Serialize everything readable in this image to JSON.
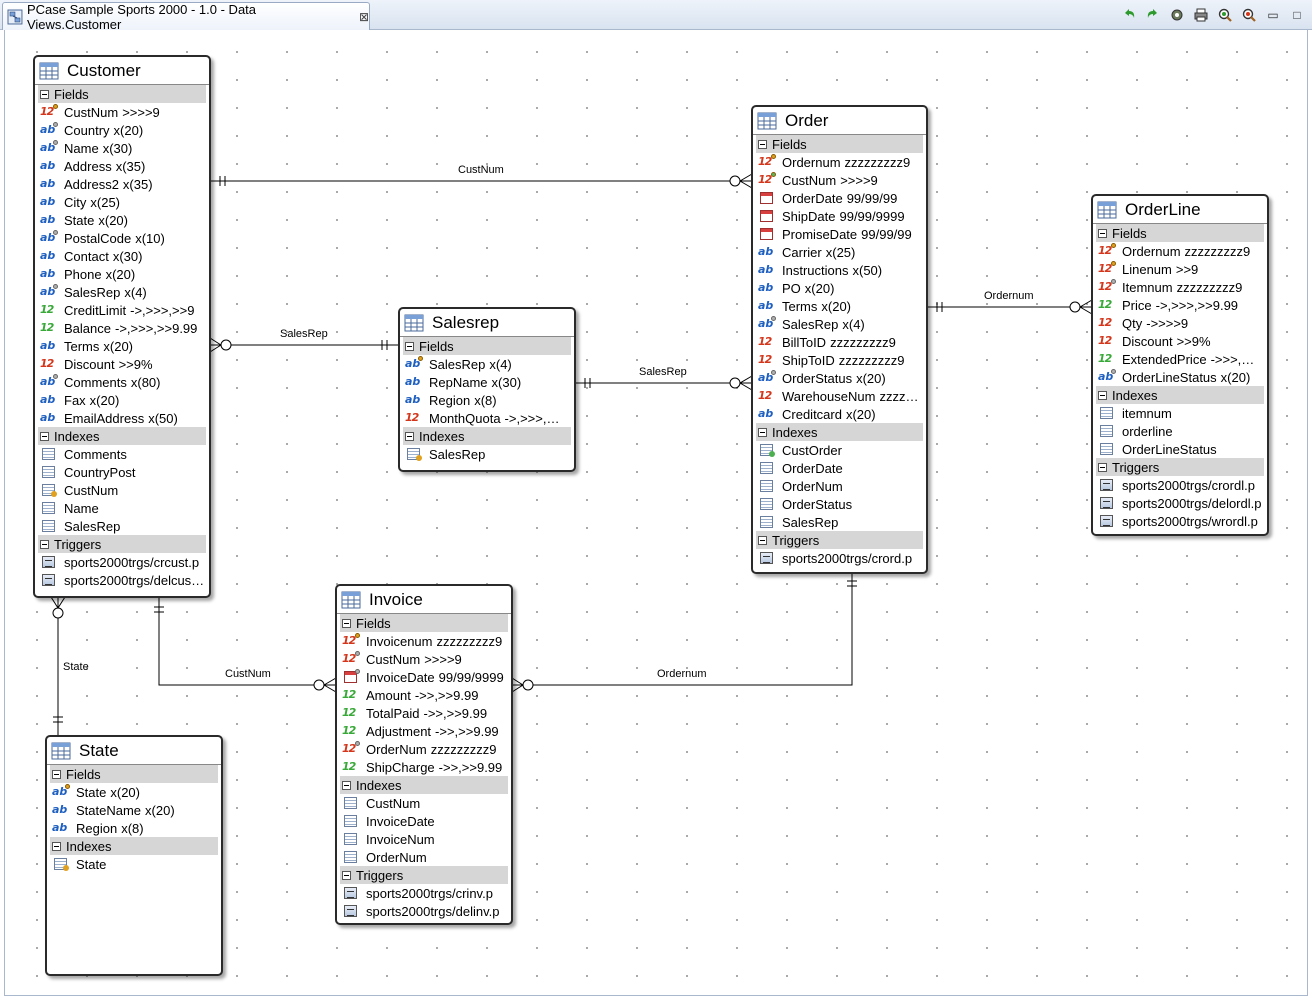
{
  "editor_tab": {
    "title": "PCase Sample Sports 2000 - 1.0 - Data Views.Customer",
    "close_glyph": "⊠"
  },
  "toolbar": {
    "buttons": [
      "undo-icon",
      "redo-icon",
      "settings-icon",
      "print-icon",
      "zoom-in-icon",
      "zoom-out-icon"
    ],
    "window_controls": {
      "minimize": "▭",
      "maximize": "□"
    }
  },
  "colors": {
    "char_type": "#1e5fc0",
    "integer_type": "#d3361b",
    "decimal_type": "#38a838",
    "section_bg": "#d6d6d6"
  },
  "relations": {
    "customer_order": "CustNum",
    "customer_salesrep": "SalesRep",
    "salesrep_order": "SalesRep",
    "order_orderline": "Ordernum",
    "customer_state": "State",
    "customer_invoice": "CustNum",
    "order_invoice": "Ordernum"
  },
  "tables": {
    "customer": {
      "name": "Customer",
      "sections": {
        "fields": "Fields",
        "indexes": "Indexes",
        "triggers": "Triggers"
      },
      "fields": [
        {
          "name": "CustNum",
          "format": ">>>>9",
          "type": "int",
          "key": "gold"
        },
        {
          "name": "Country",
          "format": "x(20)",
          "type": "char",
          "key": "grey"
        },
        {
          "name": "Name",
          "format": "x(30)",
          "type": "char",
          "key": "grey"
        },
        {
          "name": "Address",
          "format": "x(35)",
          "type": "char",
          "key": ""
        },
        {
          "name": "Address2",
          "format": "x(35)",
          "type": "char",
          "key": ""
        },
        {
          "name": "City",
          "format": "x(25)",
          "type": "char",
          "key": ""
        },
        {
          "name": "State",
          "format": "x(20)",
          "type": "char",
          "key": ""
        },
        {
          "name": "PostalCode",
          "format": "x(10)",
          "type": "char",
          "key": "grey"
        },
        {
          "name": "Contact",
          "format": "x(30)",
          "type": "char",
          "key": ""
        },
        {
          "name": "Phone",
          "format": "x(20)",
          "type": "char",
          "key": ""
        },
        {
          "name": "SalesRep",
          "format": "x(4)",
          "type": "char",
          "key": "grey"
        },
        {
          "name": "CreditLimit",
          "format": "->,>>>,>>9",
          "type": "dec",
          "key": ""
        },
        {
          "name": "Balance",
          "format": "->,>>>,>>9.99",
          "type": "dec",
          "key": ""
        },
        {
          "name": "Terms",
          "format": "x(20)",
          "type": "char",
          "key": ""
        },
        {
          "name": "Discount",
          "format": ">>9%",
          "type": "int",
          "key": ""
        },
        {
          "name": "Comments",
          "format": "x(80)",
          "type": "char",
          "key": "grey"
        },
        {
          "name": "Fax",
          "format": "x(20)",
          "type": "char",
          "key": ""
        },
        {
          "name": "EmailAddress",
          "format": "x(50)",
          "type": "char",
          "key": ""
        }
      ],
      "indexes": [
        {
          "name": "Comments",
          "kind": ""
        },
        {
          "name": "CountryPost",
          "kind": ""
        },
        {
          "name": "CustNum",
          "kind": "gold"
        },
        {
          "name": "Name",
          "kind": ""
        },
        {
          "name": "SalesRep",
          "kind": ""
        }
      ],
      "triggers": [
        "sports2000trgs/crcust.p",
        "sports2000trgs/delcus…"
      ]
    },
    "salesrep": {
      "name": "Salesrep",
      "sections": {
        "fields": "Fields",
        "indexes": "Indexes"
      },
      "fields": [
        {
          "name": "SalesRep",
          "format": "x(4)",
          "type": "char",
          "key": "gold"
        },
        {
          "name": "RepName",
          "format": "x(30)",
          "type": "char",
          "key": ""
        },
        {
          "name": "Region",
          "format": "x(8)",
          "type": "char",
          "key": ""
        },
        {
          "name": "MonthQuota",
          "format": "->,>>>,…",
          "type": "int",
          "key": ""
        }
      ],
      "indexes": [
        {
          "name": "SalesRep",
          "kind": "gold"
        }
      ]
    },
    "order": {
      "name": "Order",
      "sections": {
        "fields": "Fields",
        "indexes": "Indexes",
        "triggers": "Triggers"
      },
      "fields": [
        {
          "name": "Ordernum",
          "format": "zzzzzzzzz9",
          "type": "int",
          "key": "gold"
        },
        {
          "name": "CustNum",
          "format": ">>>>9",
          "type": "int",
          "key": "green"
        },
        {
          "name": "OrderDate",
          "format": "99/99/99",
          "type": "date",
          "key": ""
        },
        {
          "name": "ShipDate",
          "format": "99/99/9999",
          "type": "date",
          "key": ""
        },
        {
          "name": "PromiseDate",
          "format": "99/99/99",
          "type": "date",
          "key": ""
        },
        {
          "name": "Carrier",
          "format": "x(25)",
          "type": "char",
          "key": ""
        },
        {
          "name": "Instructions",
          "format": "x(50)",
          "type": "char",
          "key": ""
        },
        {
          "name": "PO",
          "format": "x(20)",
          "type": "char",
          "key": ""
        },
        {
          "name": "Terms",
          "format": "x(20)",
          "type": "char",
          "key": ""
        },
        {
          "name": "SalesRep",
          "format": "x(4)",
          "type": "char",
          "key": "grey"
        },
        {
          "name": "BillToID",
          "format": "zzzzzzzzz9",
          "type": "int",
          "key": ""
        },
        {
          "name": "ShipToID",
          "format": "zzzzzzzzz9",
          "type": "int",
          "key": ""
        },
        {
          "name": "OrderStatus",
          "format": "x(20)",
          "type": "char",
          "key": "grey"
        },
        {
          "name": "WarehouseNum",
          "format": "zzzz…",
          "type": "int",
          "key": ""
        },
        {
          "name": "Creditcard",
          "format": "x(20)",
          "type": "char",
          "key": ""
        }
      ],
      "indexes": [
        {
          "name": "CustOrder",
          "kind": "green"
        },
        {
          "name": "OrderDate",
          "kind": ""
        },
        {
          "name": "OrderNum",
          "kind": ""
        },
        {
          "name": "OrderStatus",
          "kind": ""
        },
        {
          "name": "SalesRep",
          "kind": ""
        }
      ],
      "triggers": [
        "sports2000trgs/crord.p"
      ]
    },
    "orderline": {
      "name": "OrderLine",
      "sections": {
        "fields": "Fields",
        "indexes": "Indexes",
        "triggers": "Triggers"
      },
      "fields": [
        {
          "name": "Ordernum",
          "format": "zzzzzzzzz9",
          "type": "int",
          "key": "gold"
        },
        {
          "name": "Linenum",
          "format": ">>9",
          "type": "int",
          "key": "gold"
        },
        {
          "name": "Itemnum",
          "format": "zzzzzzzzz9",
          "type": "int",
          "key": "grey"
        },
        {
          "name": "Price",
          "format": "->,>>>,>>9.99",
          "type": "dec",
          "key": ""
        },
        {
          "name": "Qty",
          "format": "->>>>9",
          "type": "int",
          "key": ""
        },
        {
          "name": "Discount",
          "format": ">>9%",
          "type": "int",
          "key": ""
        },
        {
          "name": "ExtendedPrice",
          "format": "->>>,…",
          "type": "dec",
          "key": ""
        },
        {
          "name": "OrderLineStatus",
          "format": "x(20)",
          "type": "char",
          "key": "grey"
        }
      ],
      "indexes": [
        {
          "name": "itemnum",
          "kind": ""
        },
        {
          "name": "orderline",
          "kind": ""
        },
        {
          "name": "OrderLineStatus",
          "kind": ""
        }
      ],
      "triggers": [
        "sports2000trgs/crordl.p",
        "sports2000trgs/delordl.p",
        "sports2000trgs/wrordl.p"
      ]
    },
    "invoice": {
      "name": "Invoice",
      "sections": {
        "fields": "Fields",
        "indexes": "Indexes",
        "triggers": "Triggers"
      },
      "fields": [
        {
          "name": "Invoicenum",
          "format": "zzzzzzzzz9",
          "type": "int",
          "key": "gold"
        },
        {
          "name": "CustNum",
          "format": ">>>>9",
          "type": "int",
          "key": "grey"
        },
        {
          "name": "InvoiceDate",
          "format": "99/99/9999",
          "type": "date",
          "key": "grey"
        },
        {
          "name": "Amount",
          "format": "->>,>>9.99",
          "type": "dec",
          "key": ""
        },
        {
          "name": "TotalPaid",
          "format": "->>,>>9.99",
          "type": "dec",
          "key": ""
        },
        {
          "name": "Adjustment",
          "format": "->>,>>9.99",
          "type": "dec",
          "key": ""
        },
        {
          "name": "OrderNum",
          "format": "zzzzzzzzz9",
          "type": "int",
          "key": "grey"
        },
        {
          "name": "ShipCharge",
          "format": "->>,>>9.99",
          "type": "dec",
          "key": ""
        }
      ],
      "indexes": [
        {
          "name": "CustNum",
          "kind": ""
        },
        {
          "name": "InvoiceDate",
          "kind": ""
        },
        {
          "name": "InvoiceNum",
          "kind": ""
        },
        {
          "name": "OrderNum",
          "kind": ""
        }
      ],
      "triggers": [
        "sports2000trgs/crinv.p",
        "sports2000trgs/delinv.p"
      ]
    },
    "state": {
      "name": "State",
      "sections": {
        "fields": "Fields",
        "indexes": "Indexes"
      },
      "fields": [
        {
          "name": "State",
          "format": "x(20)",
          "type": "char",
          "key": "gold"
        },
        {
          "name": "StateName",
          "format": "x(20)",
          "type": "char",
          "key": ""
        },
        {
          "name": "Region",
          "format": "x(8)",
          "type": "char",
          "key": ""
        }
      ],
      "indexes": [
        {
          "name": "State",
          "kind": "gold"
        }
      ]
    }
  }
}
